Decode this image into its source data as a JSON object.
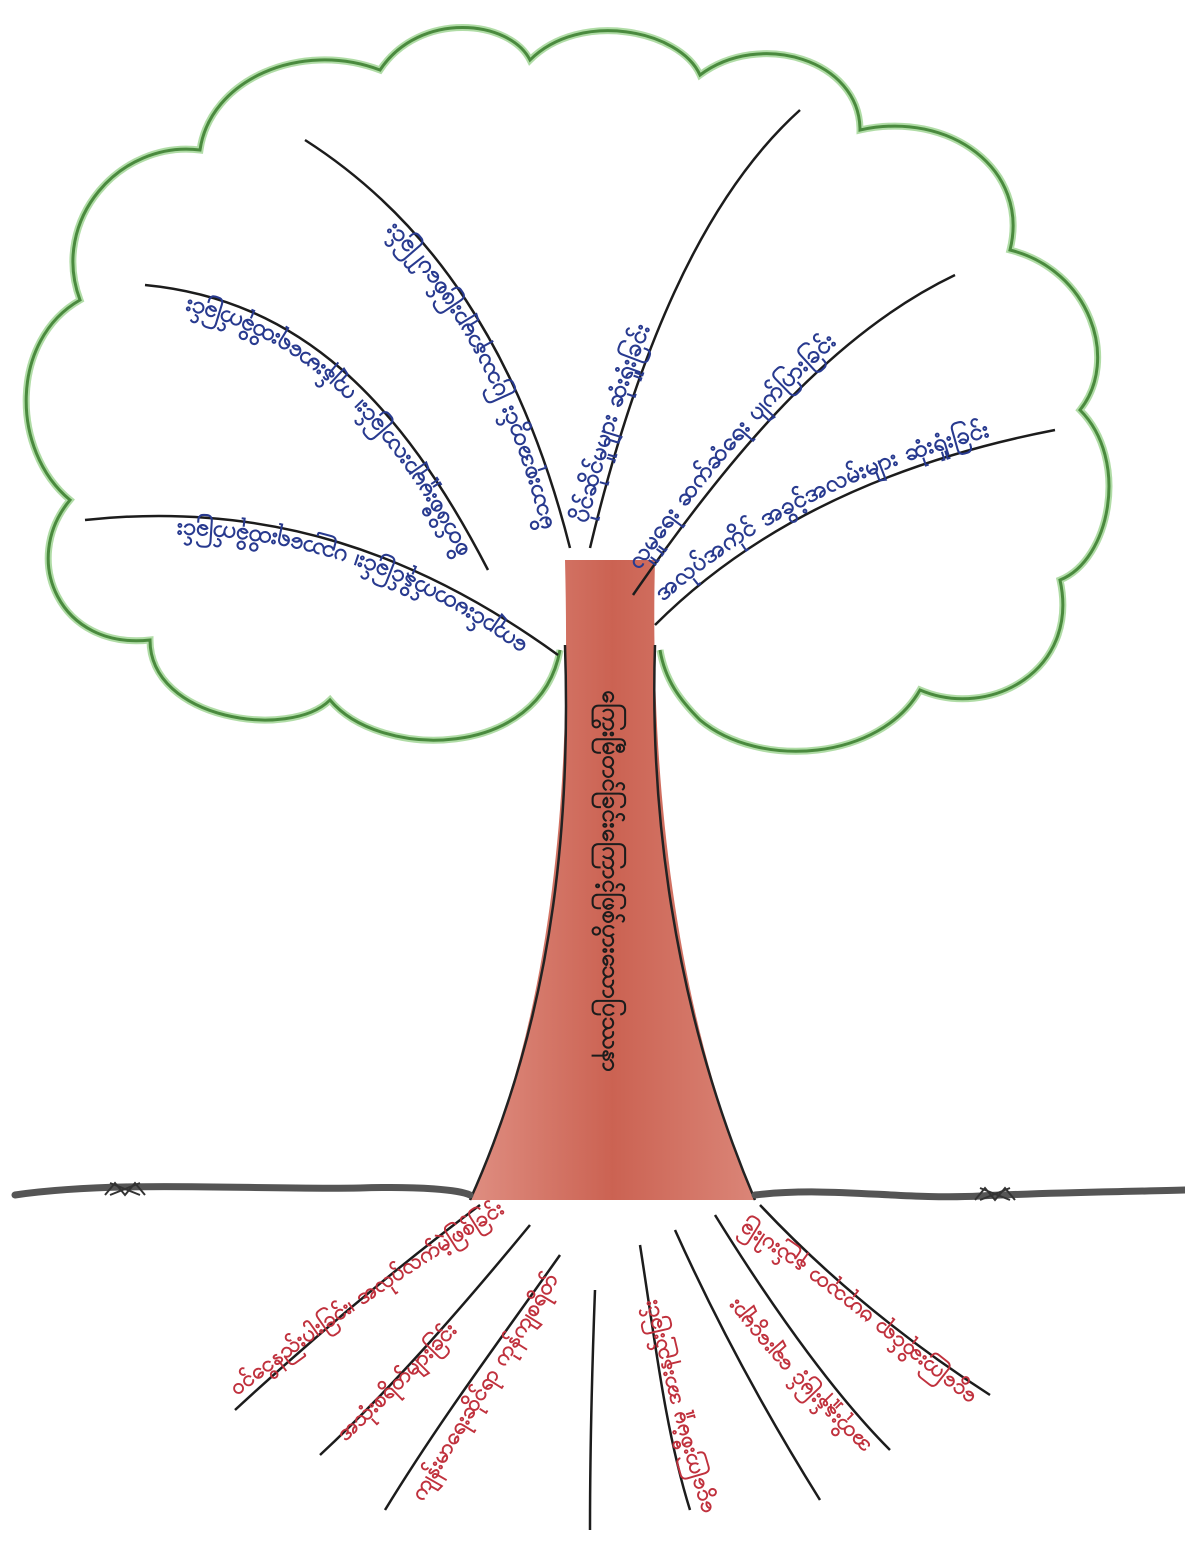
{
  "colors": {
    "crown_outline": "#3f9a3a",
    "crown_fill": "#ffffff",
    "trunk": "#c9503f",
    "branch_text": "#283a8f",
    "root_text": "#c0313d",
    "trunk_text": "#1c1c1c",
    "ground": "#555555"
  },
  "header": {
    "cut_off_text": ""
  },
  "trunk": {
    "label": "ကြွေးမြီတင်ခြင်းကြောင့်ဖြစ်ပွားသောပြဿနာ"
  },
  "branches": [
    {
      "label": "ကျောင်းမတက်နိုင်ခြင်း၊ ပညာရေးထိခိုက်ခြင်း"
    },
    {
      "label": "စိတ်ဖိစီးမှုများလာခြင်း၊ ကျန်းမာရေးထိခိုက်ခြင်း"
    },
    {
      "label": "မိသားစုအတွင်း ပြဿနာများဖြစ်ပေါ်ခြင်း"
    },
    {
      "label": "ပိုင်ဆိုင်မှုများ ဆုံးရှုံးခြင်း"
    },
    {
      "label": "လူမှုရေး ဆက်ဆံရေး ပျက်ပြားခြင်း"
    },
    {
      "label": "အလုပ်အကိုင် အခွင့်အလမ်းများ ဆုံးရှုံးခြင်း"
    }
  ],
  "roots": [
    {
      "label": "ဝင်ငွေနည်းပါးခြင်း၊ အလုပ်လက်မဲ့ဖြစ်ခြင်း"
    },
    {
      "label": "အသုံးစရိတ်များခြင်း"
    },
    {
      "label": "ကျန်းမာရေးဆိုင်ရာ ကုန်ကျစရိတ်"
    },
    {
      "label": "ငွေကြေးစီမံမှု အားနည်းခြင်း"
    },
    {
      "label": "အတိုးနှုန်းမြင့် ချေးငွေများ"
    },
    {
      "label": "ငွေကြေးဆိုင်ရာ ဗဟုသုတ နည်းပါးခြင်း"
    }
  ]
}
